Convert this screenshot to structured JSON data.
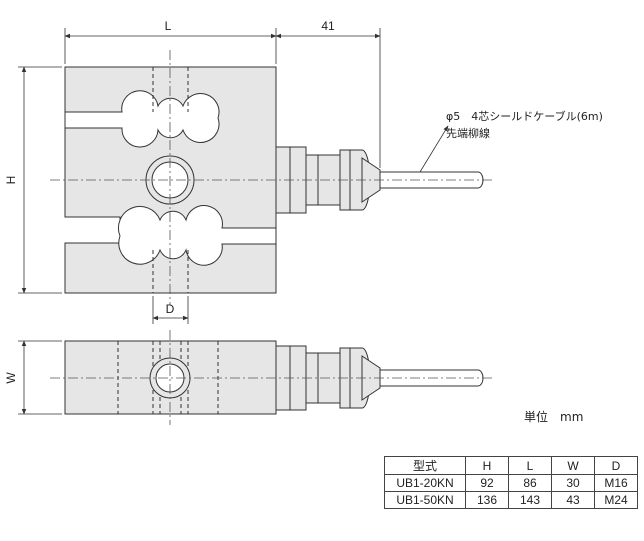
{
  "dimensions": {
    "width_label": "L",
    "cable_length_label": "41",
    "height_label": "H",
    "hole_label": "D",
    "depth_label": "W"
  },
  "cable_note": {
    "line1": "φ5　4芯シールドケーブル(6m)",
    "line2": "先端柳線"
  },
  "unit_note": "単位　mm",
  "spec_table": {
    "headers": [
      "型式",
      "H",
      "L",
      "W",
      "D"
    ],
    "rows": [
      [
        "UB1-20KN",
        "92",
        "86",
        "30",
        "M16"
      ],
      [
        "UB1-50KN",
        "136",
        "143",
        "43",
        "M24"
      ]
    ]
  },
  "colors": {
    "body_fill": "#e6e6e6",
    "line": "#333333"
  }
}
